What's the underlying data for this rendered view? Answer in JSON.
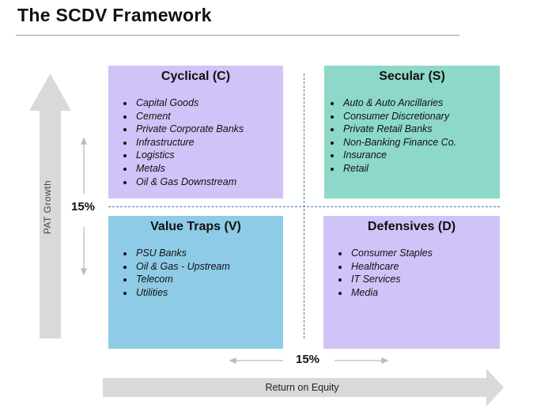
{
  "title": "The SCDV Framework",
  "y_axis": {
    "label": "PAT Growth",
    "threshold": "15%"
  },
  "x_axis": {
    "label": "Return on Equity",
    "threshold": "15%"
  },
  "quadrants": {
    "cyclical": {
      "title": "Cyclical (C)",
      "color": "#cfc3f7",
      "items": [
        "Capital Goods",
        "Cement",
        "Private Corporate Banks",
        "Infrastructure",
        "Logistics",
        "Metals",
        "Oil & Gas Downstream"
      ]
    },
    "secular": {
      "title": "Secular (S)",
      "color": "#8dd8c9",
      "items": [
        "Auto & Auto Ancillaries",
        "Consumer Discretionary",
        "Private Retail Banks",
        "Non-Banking Finance Co.",
        "Insurance",
        "Retail"
      ]
    },
    "value_traps": {
      "title": "Value Traps (V)",
      "color": "#8ecbe6",
      "items": [
        "PSU Banks",
        "Oil & Gas - Upstream",
        "Telecom",
        "Utilities"
      ]
    },
    "defensives": {
      "title": "Defensives (D)",
      "color": "#cfc3f7",
      "items": [
        "Consumer Staples",
        "Healthcare",
        "IT Services",
        "Media"
      ]
    }
  }
}
